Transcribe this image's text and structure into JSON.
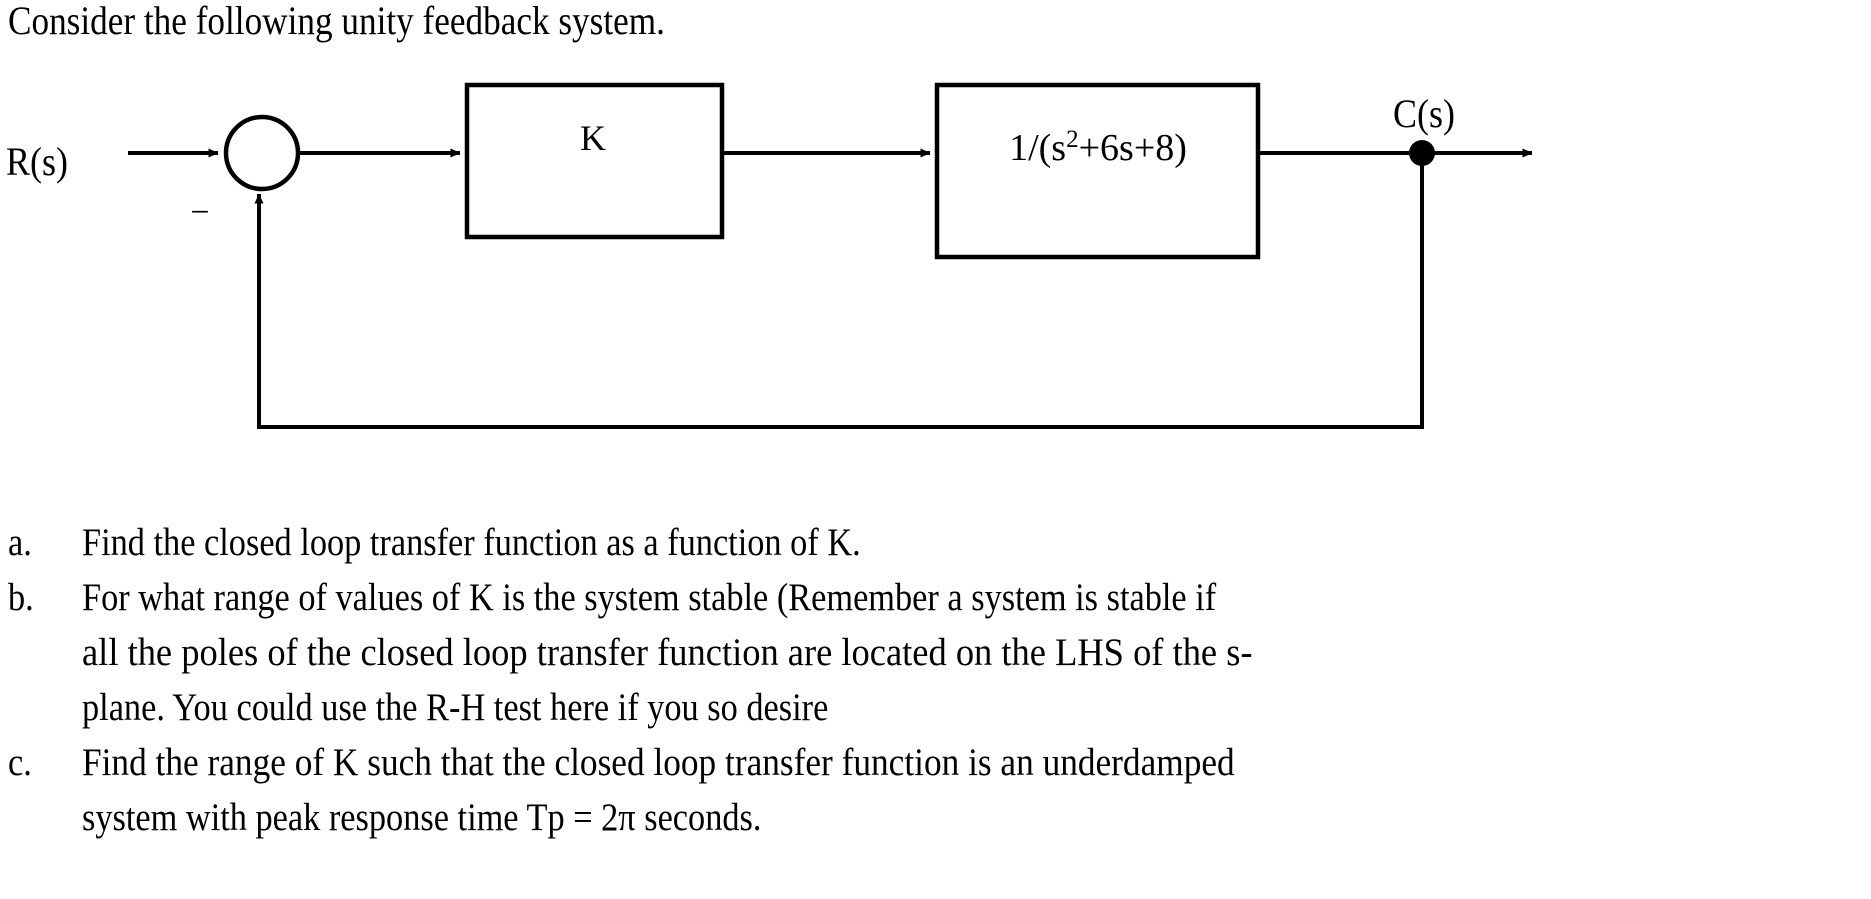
{
  "intro": {
    "text": "Consider the following unity feedback system."
  },
  "diagram": {
    "input_label": "R(s)",
    "output_label": "C(s)",
    "summing_sign": "−",
    "blocks": [
      {
        "name": "gain-block",
        "label": "K"
      },
      {
        "name": "plant-block",
        "label_prefix": "1/(s",
        "label_exponent": "2",
        "label_suffix": "+6s+8)"
      }
    ],
    "plant_label_plain": "1/(s2+6s+8)"
  },
  "questions": [
    {
      "marker": "a.",
      "lines": [
        "Find the closed loop transfer function as a function of K."
      ]
    },
    {
      "marker": "b.",
      "lines": [
        "For what range of values of K is the system stable (Remember a system is stable if",
        "all  the  poles  of  the  closed  loop  transfer  function  are  located  on  the  LHS  of  the  s-",
        "plane. You could use the R-H test here if you so desire"
      ]
    },
    {
      "marker": "c.",
      "lines": [
        "Find the range of K such that the closed loop transfer function is an underdamped",
        "system with peak response time Tp = 2π seconds."
      ]
    }
  ],
  "colors": {
    "ink": "#000000",
    "paper": "#ffffff"
  }
}
